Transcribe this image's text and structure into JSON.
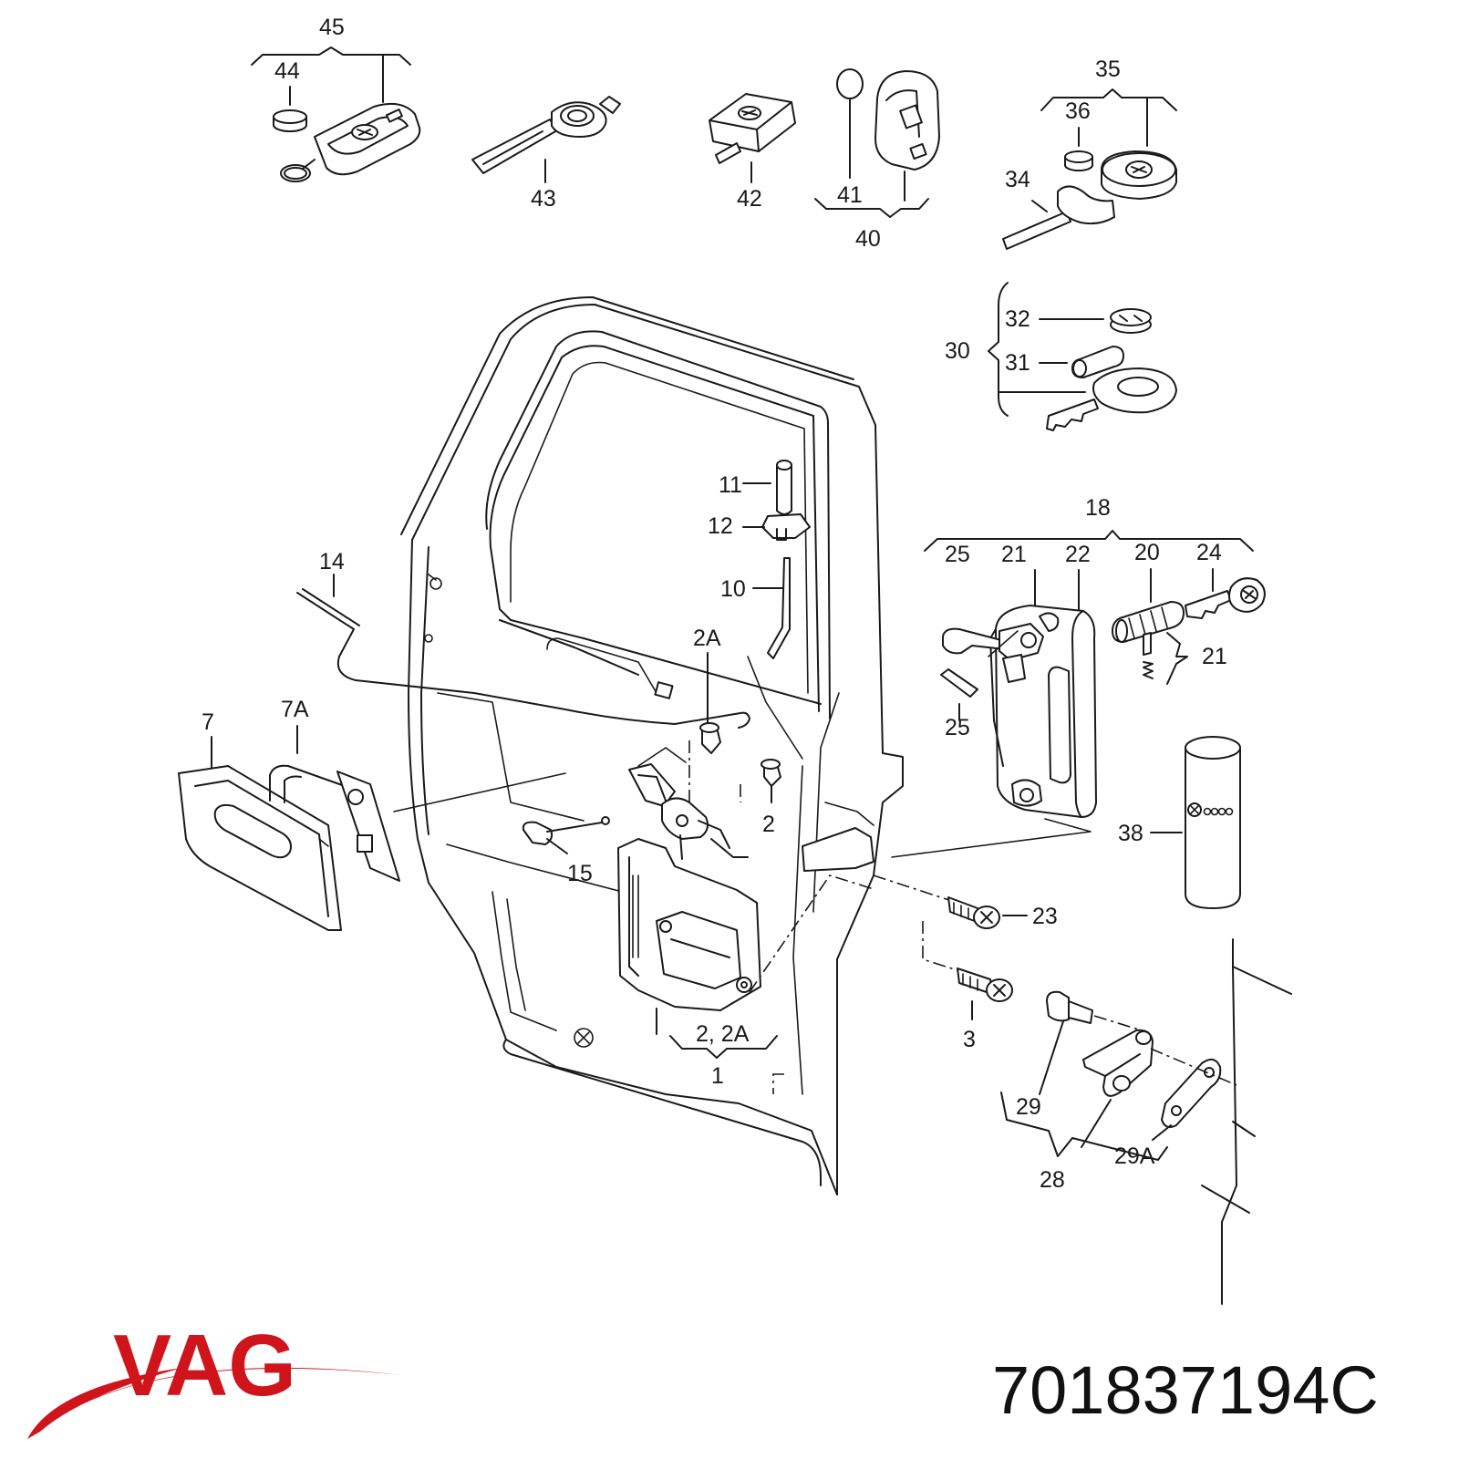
{
  "brand": {
    "name": "VAG",
    "color": "#d0141c"
  },
  "part_number": "701837194C",
  "callouts": {
    "c45": "45",
    "c44": "44",
    "c43": "43",
    "c42": "42",
    "c41": "41",
    "c40": "40",
    "c35": "35",
    "c36": "36",
    "c34": "34",
    "c32": "32",
    "c31": "31",
    "c30": "30",
    "c11": "11",
    "c12": "12",
    "c10": "10",
    "c14": "14",
    "c2A": "2A",
    "c2": "2",
    "c7": "7",
    "c7A": "7A",
    "c15": "15",
    "c2_2A": "2, 2A",
    "c1": "1",
    "c18": "18",
    "c25a": "25",
    "c21a": "21",
    "c22": "22",
    "c20": "20",
    "c24": "24",
    "c21b": "21",
    "c25b": "25",
    "c38": "38",
    "c23": "23",
    "c3": "3",
    "c29": "29",
    "c29A": "29A",
    "c28": "28"
  }
}
